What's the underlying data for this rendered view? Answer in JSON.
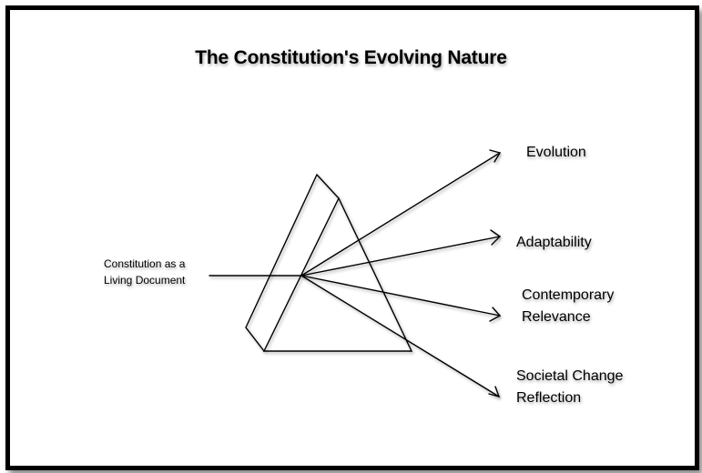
{
  "title": "The Constitution's Evolving Nature",
  "source": {
    "lines": [
      "Constitution as a",
      "Living Document"
    ]
  },
  "outputs": [
    {
      "lines": [
        "Evolution"
      ]
    },
    {
      "lines": [
        "Adaptability"
      ]
    },
    {
      "lines": [
        "Contemporary",
        "Relevance"
      ]
    },
    {
      "lines": [
        "Societal Change",
        "Reflection"
      ]
    }
  ],
  "icons": {
    "prism": "prism-icon",
    "arrow": "arrow-icon"
  },
  "colors": {
    "stroke": "#000000",
    "background": "#ffffff"
  }
}
